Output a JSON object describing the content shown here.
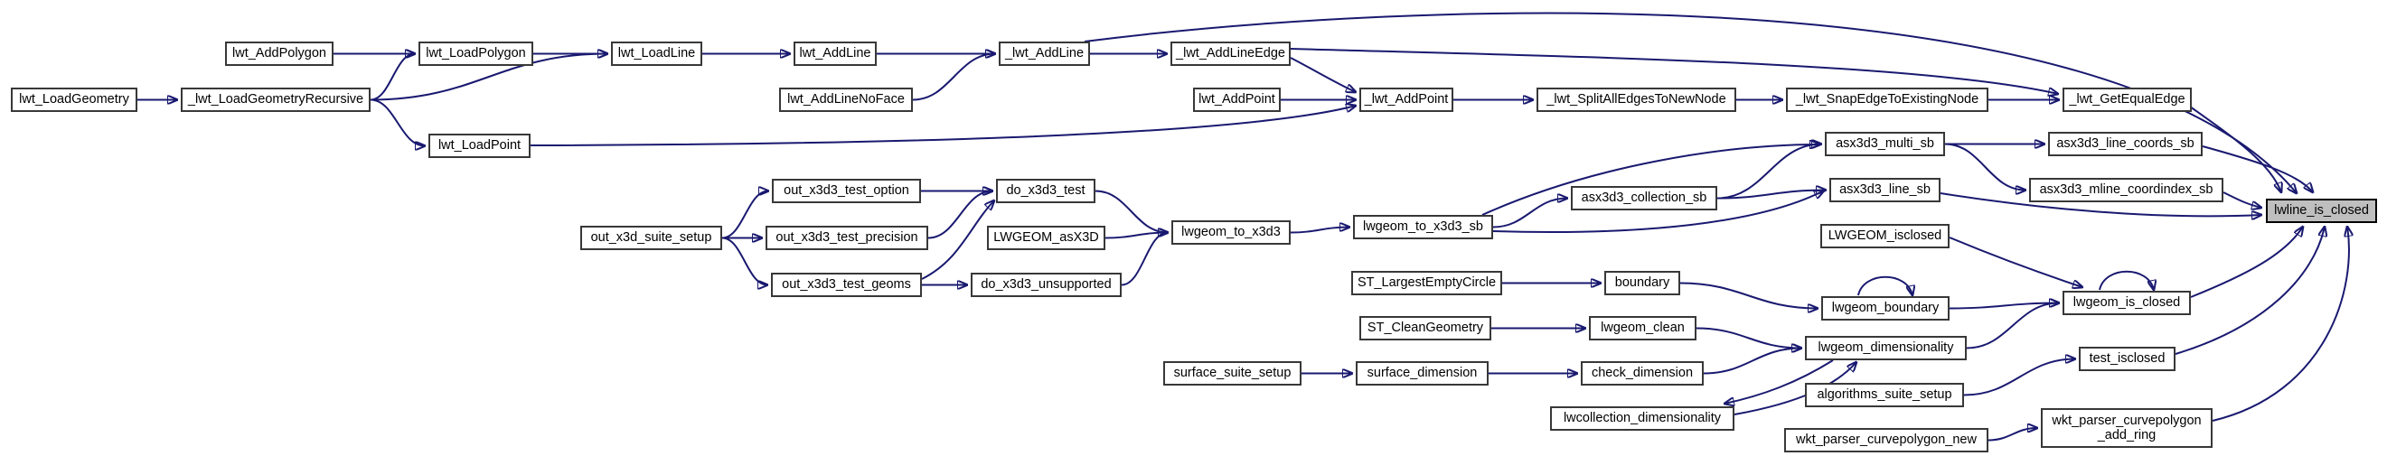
{
  "diagram": {
    "type": "caller-graph",
    "target_function": "lwline_is_closed",
    "edge_color": "#191970",
    "node_fill": "#ffffff",
    "node_border_color": "#383838",
    "highlight_fill": "#bfbfbf",
    "nodes": [
      {
        "id": "lwt_AddPolygon",
        "label": "lwt_AddPolygon"
      },
      {
        "id": "lwt_LoadPolygon",
        "label": "lwt_LoadPolygon"
      },
      {
        "id": "lwt_LoadLine",
        "label": "lwt_LoadLine"
      },
      {
        "id": "lwt_AddLine",
        "label": "lwt_AddLine"
      },
      {
        "id": "_lwt_AddLine",
        "label": "_lwt_AddLine"
      },
      {
        "id": "_lwt_AddLineEdge",
        "label": "_lwt_AddLineEdge"
      },
      {
        "id": "lwt_LoadGeometry",
        "label": "lwt_LoadGeometry"
      },
      {
        "id": "_lwt_LoadGeometryRecursive",
        "label": "_lwt_LoadGeometryRecursive"
      },
      {
        "id": "lwt_AddLineNoFace",
        "label": "lwt_AddLineNoFace"
      },
      {
        "id": "lwt_AddPoint",
        "label": "lwt_AddPoint"
      },
      {
        "id": "_lwt_AddPoint",
        "label": "_lwt_AddPoint"
      },
      {
        "id": "_lwt_SplitAllEdgesToNewNode",
        "label": "_lwt_SplitAllEdgesToNewNode"
      },
      {
        "id": "_lwt_SnapEdgeToExistingNode",
        "label": "_lwt_SnapEdgeToExistingNode"
      },
      {
        "id": "_lwt_GetEqualEdge",
        "label": "_lwt_GetEqualEdge"
      },
      {
        "id": "lwt_LoadPoint",
        "label": "lwt_LoadPoint"
      },
      {
        "id": "out_x3d3_test_option",
        "label": "out_x3d3_test_option"
      },
      {
        "id": "do_x3d3_test",
        "label": "do_x3d3_test"
      },
      {
        "id": "out_x3d_suite_setup",
        "label": "out_x3d_suite_setup"
      },
      {
        "id": "out_x3d3_test_precision",
        "label": "out_x3d3_test_precision"
      },
      {
        "id": "LWGEOM_asX3D",
        "label": "LWGEOM_asX3D"
      },
      {
        "id": "lwgeom_to_x3d3",
        "label": "lwgeom_to_x3d3"
      },
      {
        "id": "out_x3d3_test_geoms",
        "label": "out_x3d3_test_geoms"
      },
      {
        "id": "do_x3d3_unsupported",
        "label": "do_x3d3_unsupported"
      },
      {
        "id": "lwgeom_to_x3d3_sb",
        "label": "lwgeom_to_x3d3_sb"
      },
      {
        "id": "asx3d3_collection_sb",
        "label": "asx3d3_collection_sb"
      },
      {
        "id": "asx3d3_multi_sb",
        "label": "asx3d3_multi_sb"
      },
      {
        "id": "asx3d3_line_coords_sb",
        "label": "asx3d3_line_coords_sb"
      },
      {
        "id": "asx3d3_line_sb",
        "label": "asx3d3_line_sb"
      },
      {
        "id": "asx3d3_mline_coordindex_sb",
        "label": "asx3d3_mline_coordindex_sb"
      },
      {
        "id": "LWGEOM_isclosed",
        "label": "LWGEOM_isclosed"
      },
      {
        "id": "lwline_is_closed",
        "label": "lwline_is_closed",
        "highlight": true
      },
      {
        "id": "ST_LargestEmptyCircle",
        "label": "ST_LargestEmptyCircle"
      },
      {
        "id": "boundary",
        "label": "boundary"
      },
      {
        "id": "lwgeom_boundary",
        "label": "lwgeom_boundary"
      },
      {
        "id": "lwgeom_is_closed",
        "label": "lwgeom_is_closed"
      },
      {
        "id": "ST_CleanGeometry",
        "label": "ST_CleanGeometry"
      },
      {
        "id": "lwgeom_clean",
        "label": "lwgeom_clean"
      },
      {
        "id": "lwgeom_dimensionality",
        "label": "lwgeom_dimensionality"
      },
      {
        "id": "test_isclosed",
        "label": "test_isclosed"
      },
      {
        "id": "surface_suite_setup",
        "label": "surface_suite_setup"
      },
      {
        "id": "surface_dimension",
        "label": "surface_dimension"
      },
      {
        "id": "check_dimension",
        "label": "check_dimension"
      },
      {
        "id": "algorithms_suite_setup",
        "label": "algorithms_suite_setup"
      },
      {
        "id": "lwcollection_dimensionality",
        "label": "lwcollection_dimensionality"
      },
      {
        "id": "wkt_parser_curvepolygon_new",
        "label": "wkt_parser_curvepolygon_new"
      },
      {
        "id": "wkt_parser_curvepolygon_add_ring",
        "label": "wkt_parser_curvepolygon\n_add_ring"
      }
    ],
    "edges": [
      {
        "from": "lwt_AddPolygon",
        "to": "lwt_LoadPolygon"
      },
      {
        "from": "lwt_LoadGeometry",
        "to": "_lwt_LoadGeometryRecursive"
      },
      {
        "from": "_lwt_LoadGeometryRecursive",
        "to": "lwt_LoadPolygon"
      },
      {
        "from": "_lwt_LoadGeometryRecursive",
        "to": "lwt_LoadLine"
      },
      {
        "from": "_lwt_LoadGeometryRecursive",
        "to": "lwt_LoadPoint"
      },
      {
        "from": "lwt_LoadPolygon",
        "to": "lwt_LoadLine"
      },
      {
        "from": "lwt_LoadLine",
        "to": "lwt_AddLine"
      },
      {
        "from": "lwt_AddLine",
        "to": "_lwt_AddLine"
      },
      {
        "from": "lwt_AddLineNoFace",
        "to": "_lwt_AddLine"
      },
      {
        "from": "_lwt_AddLine",
        "to": "_lwt_AddLineEdge"
      },
      {
        "from": "_lwt_AddLine",
        "to": "lwline_is_closed"
      },
      {
        "from": "_lwt_AddLineEdge",
        "to": "_lwt_AddPoint"
      },
      {
        "from": "_lwt_AddLineEdge",
        "to": "_lwt_GetEqualEdge"
      },
      {
        "from": "lwt_AddPoint",
        "to": "_lwt_AddPoint"
      },
      {
        "from": "lwt_LoadPoint",
        "to": "_lwt_AddPoint"
      },
      {
        "from": "_lwt_AddPoint",
        "to": "_lwt_SplitAllEdgesToNewNode"
      },
      {
        "from": "_lwt_SplitAllEdgesToNewNode",
        "to": "_lwt_SnapEdgeToExistingNode"
      },
      {
        "from": "_lwt_SnapEdgeToExistingNode",
        "to": "_lwt_GetEqualEdge"
      },
      {
        "from": "_lwt_GetEqualEdge",
        "to": "lwline_is_closed"
      },
      {
        "from": "out_x3d_suite_setup",
        "to": "out_x3d3_test_option"
      },
      {
        "from": "out_x3d_suite_setup",
        "to": "out_x3d3_test_precision"
      },
      {
        "from": "out_x3d_suite_setup",
        "to": "out_x3d3_test_geoms"
      },
      {
        "from": "out_x3d3_test_option",
        "to": "do_x3d3_test"
      },
      {
        "from": "out_x3d3_test_precision",
        "to": "do_x3d3_test"
      },
      {
        "from": "out_x3d3_test_geoms",
        "to": "do_x3d3_test"
      },
      {
        "from": "out_x3d3_test_geoms",
        "to": "do_x3d3_unsupported"
      },
      {
        "from": "do_x3d3_test",
        "to": "lwgeom_to_x3d3"
      },
      {
        "from": "LWGEOM_asX3D",
        "to": "lwgeom_to_x3d3"
      },
      {
        "from": "do_x3d3_unsupported",
        "to": "lwgeom_to_x3d3"
      },
      {
        "from": "lwgeom_to_x3d3",
        "to": "lwgeom_to_x3d3_sb"
      },
      {
        "from": "lwgeom_to_x3d3_sb",
        "to": "asx3d3_collection_sb"
      },
      {
        "from": "lwgeom_to_x3d3_sb",
        "to": "asx3d3_multi_sb"
      },
      {
        "from": "lwgeom_to_x3d3_sb",
        "to": "asx3d3_line_sb"
      },
      {
        "from": "asx3d3_collection_sb",
        "to": "asx3d3_multi_sb"
      },
      {
        "from": "asx3d3_collection_sb",
        "to": "asx3d3_line_sb"
      },
      {
        "from": "asx3d3_multi_sb",
        "to": "asx3d3_line_coords_sb"
      },
      {
        "from": "asx3d3_multi_sb",
        "to": "asx3d3_mline_coordindex_sb"
      },
      {
        "from": "asx3d3_line_coords_sb",
        "to": "lwline_is_closed"
      },
      {
        "from": "asx3d3_mline_coordindex_sb",
        "to": "lwline_is_closed"
      },
      {
        "from": "asx3d3_line_sb",
        "to": "lwline_is_closed"
      },
      {
        "from": "LWGEOM_isclosed",
        "to": "lwgeom_is_closed"
      },
      {
        "from": "ST_LargestEmptyCircle",
        "to": "boundary"
      },
      {
        "from": "boundary",
        "to": "lwgeom_boundary"
      },
      {
        "from": "lwgeom_boundary",
        "to": "lwgeom_boundary"
      },
      {
        "from": "lwgeom_boundary",
        "to": "lwgeom_is_closed"
      },
      {
        "from": "lwgeom_is_closed",
        "to": "lwgeom_is_closed"
      },
      {
        "from": "lwgeom_is_closed",
        "to": "lwline_is_closed"
      },
      {
        "from": "ST_CleanGeometry",
        "to": "lwgeom_clean"
      },
      {
        "from": "lwgeom_clean",
        "to": "lwgeom_dimensionality"
      },
      {
        "from": "surface_suite_setup",
        "to": "surface_dimension"
      },
      {
        "from": "surface_dimension",
        "to": "check_dimension"
      },
      {
        "from": "check_dimension",
        "to": "lwgeom_dimensionality"
      },
      {
        "from": "lwgeom_dimensionality",
        "to": "lwgeom_is_closed"
      },
      {
        "from": "lwgeom_dimensionality",
        "to": "lwcollection_dimensionality"
      },
      {
        "from": "lwcollection_dimensionality",
        "to": "lwgeom_dimensionality"
      },
      {
        "from": "algorithms_suite_setup",
        "to": "test_isclosed"
      },
      {
        "from": "test_isclosed",
        "to": "lwline_is_closed"
      },
      {
        "from": "wkt_parser_curvepolygon_new",
        "to": "wkt_parser_curvepolygon_add_ring"
      },
      {
        "from": "wkt_parser_curvepolygon_add_ring",
        "to": "lwline_is_closed"
      }
    ]
  }
}
